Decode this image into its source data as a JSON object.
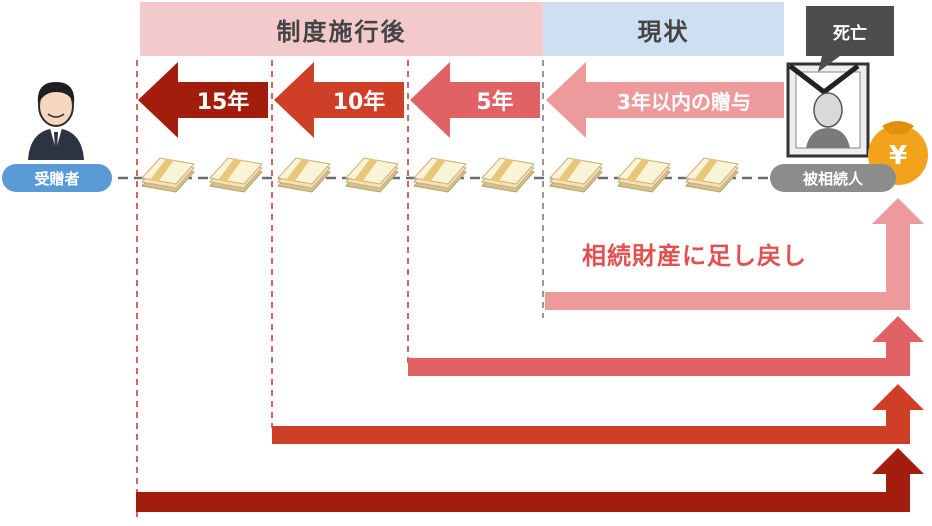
{
  "headers": {
    "after_reform": "制度施行後",
    "current": "現状"
  },
  "death_callout": "死亡",
  "donee_label": "受贈者",
  "decedent_label": "被相続人",
  "period_arrows": [
    {
      "label": "15年",
      "color": "#a31d0e"
    },
    {
      "label": "10年",
      "color": "#cf3f28"
    },
    {
      "label": "5年",
      "color": "#e06264"
    },
    {
      "label": "3年以内の贈与",
      "color": "#ec9a9b"
    }
  ],
  "addback_note": "相続財産に足し戻し",
  "icons": {
    "donee": "businessman-icon",
    "decedent": "memorial-portrait-icon",
    "money_bag": "yen-money-bag-icon",
    "cash": "banknote-bundle-icon"
  },
  "colors": {
    "after_reform_bg": "#f4c9cb",
    "current_bg": "#cddff0",
    "donee_pill": "#5b9bd5",
    "decedent_pill": "#8c8c8c",
    "callout": "#4d4d4d",
    "note": "#e2514f",
    "money_bag": "#f2a31b"
  }
}
